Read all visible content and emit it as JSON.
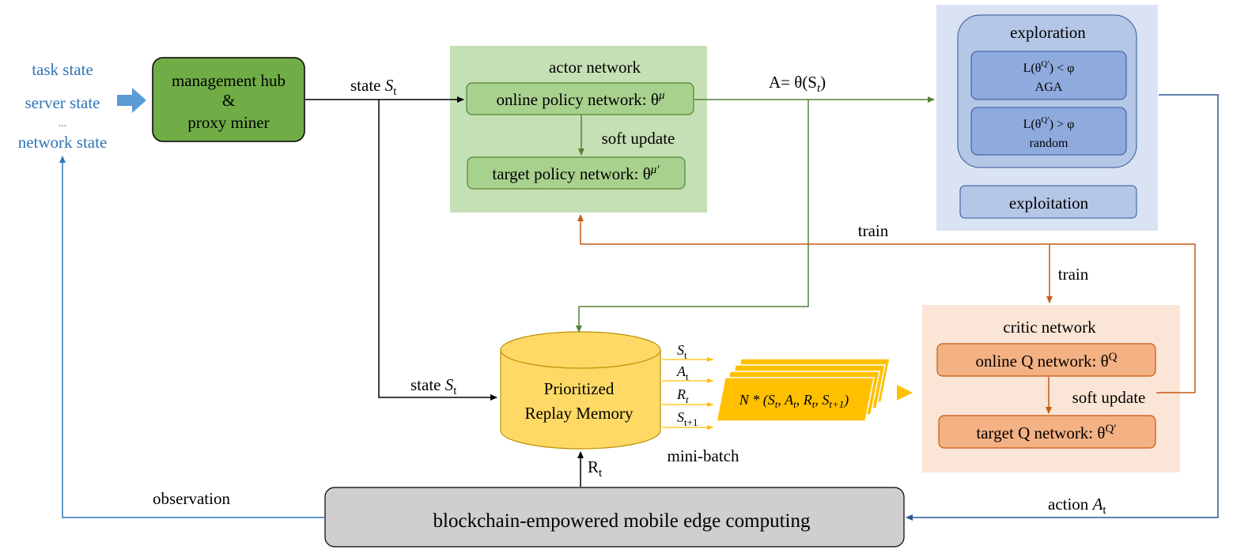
{
  "inputs": {
    "task_state": "task state",
    "server_state": "server state",
    "dots": "...",
    "network_state": "network state"
  },
  "hub": {
    "line1": "management hub",
    "line2": "&",
    "line3": "proxy miner"
  },
  "state_label": {
    "text": "state",
    "sym": "S",
    "sub": "t"
  },
  "actor": {
    "title": "actor network",
    "online_label": "online policy network: θ",
    "online_sup": "μ",
    "soft_update": "soft update",
    "target_label": "target policy network: θ",
    "target_sup": "μ′"
  },
  "action_formula": {
    "prefix": "A= θ(S",
    "sub": "t",
    "suffix": ")"
  },
  "exploration": {
    "title": "exploration",
    "box1_formula": "L(θ",
    "box1_sup": "Q′",
    "box1_tail": ") < φ",
    "box1_label": "AGA",
    "box2_formula": "L(θ",
    "box2_sup": "Q′",
    "box2_tail": ") > φ",
    "box2_label": "random",
    "exploitation": "exploitation"
  },
  "train_labels": [
    "train",
    "train"
  ],
  "critic": {
    "title": "critic network",
    "online_label": "online Q network: θ",
    "online_sup": "Q",
    "soft_update": "soft update",
    "target_label": "target Q network: θ",
    "target_sup": "Q′"
  },
  "replay": {
    "line1": "Prioritized",
    "line2": "Replay Memory",
    "outputs": [
      {
        "sym": "S",
        "sub": "t"
      },
      {
        "sym": "A",
        "sub": "t"
      },
      {
        "sym": "R",
        "sub": "t"
      },
      {
        "sym": "S",
        "sub": "t+1"
      }
    ],
    "batch_formula": "N * (S",
    "mini_batch": "mini-batch"
  },
  "reward_label": {
    "sym": "R",
    "sub": "t"
  },
  "environment": "blockchain-empowered mobile edge computing",
  "observation": "observation",
  "action_label": {
    "text": "action",
    "sym": "A",
    "sub": "t"
  },
  "colors": {
    "blue_text": "#2e75b6",
    "hub_green": "#70ad47",
    "actor_bg": "#c5e0b4",
    "actor_box": "#a9d18e",
    "arrow_green": "#548235",
    "explore_bg": "#dae3f3",
    "explore_inner": "#b4c7e7",
    "explore_box": "#8faadc",
    "arrow_orange": "#c55a11",
    "critic_bg": "#fbe5d6",
    "critic_box": "#f4b183",
    "replay_yellow": "#ffd966",
    "batch_gold": "#ffc000",
    "env_gray": "#d0cece",
    "arrow_blue": "#2f5597"
  }
}
